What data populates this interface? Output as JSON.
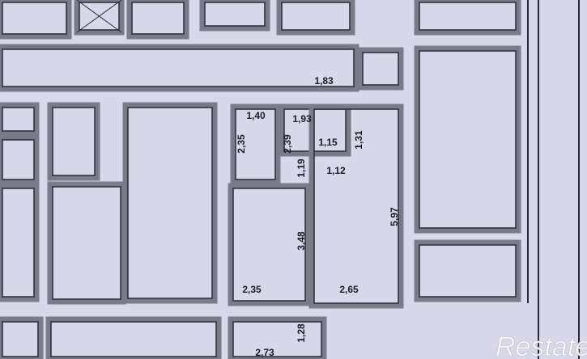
{
  "plan": {
    "colors": {
      "background": "#d9d8ea",
      "wall": "#7a7a88",
      "line": "#2a2a35"
    },
    "dimension_labels": [
      {
        "value": "1,83",
        "orientation": "horizontal"
      },
      {
        "value": "1,40",
        "orientation": "horizontal"
      },
      {
        "value": "1,93",
        "orientation": "horizontal"
      },
      {
        "value": "2,35",
        "orientation": "vertical"
      },
      {
        "value": "2,39",
        "orientation": "vertical"
      },
      {
        "value": "1,15",
        "orientation": "horizontal"
      },
      {
        "value": "1,31",
        "orientation": "vertical"
      },
      {
        "value": "1,19",
        "orientation": "vertical"
      },
      {
        "value": "1,12",
        "orientation": "horizontal"
      },
      {
        "value": "5,97",
        "orientation": "vertical"
      },
      {
        "value": "3,48",
        "orientation": "vertical"
      },
      {
        "value": "2,35",
        "orientation": "horizontal"
      },
      {
        "value": "2,65",
        "orientation": "horizontal"
      },
      {
        "value": "1,28",
        "orientation": "vertical"
      },
      {
        "value": "2,73",
        "orientation": "horizontal"
      }
    ],
    "watermark": "Restate"
  }
}
